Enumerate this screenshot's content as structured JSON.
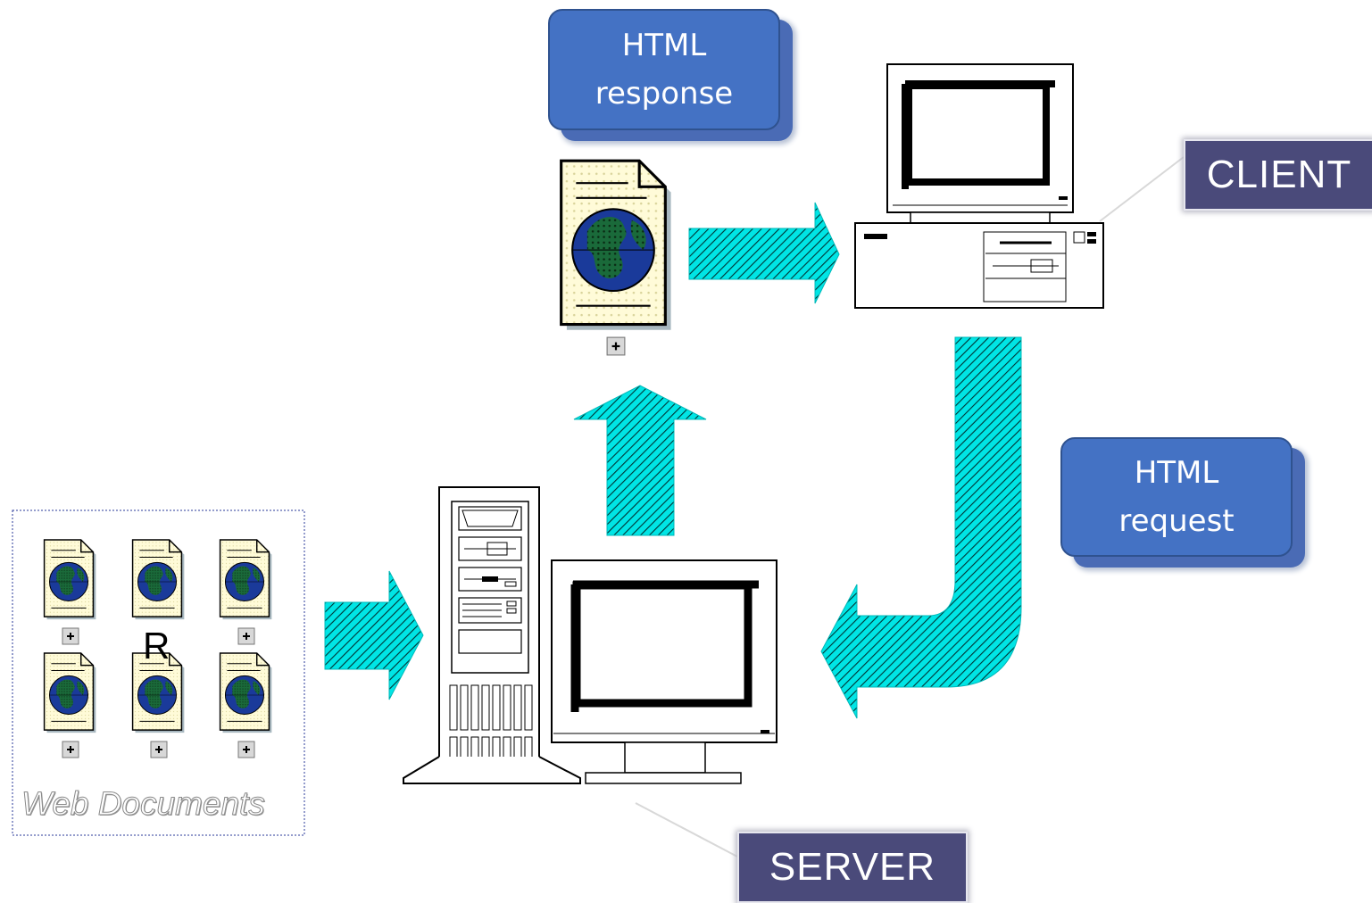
{
  "labels": {
    "html_response": [
      "HTML",
      "response"
    ],
    "html_request": [
      "HTML",
      "request"
    ],
    "client": "CLIENT",
    "server": "SERVER",
    "web_documents": "Web Documents",
    "r_marker": "R",
    "expand_marker": "+"
  },
  "colors": {
    "bubble": "#4472c4",
    "tag": "#4a4a7a",
    "arrow_fill": "#00e5e5",
    "arrow_hatch": "#003333",
    "globe_ocean": "#1a3a9a",
    "globe_land": "#1a6a3a",
    "doc_fill": "#fffbd8"
  },
  "icons": [
    "globe-document-icon",
    "client-computer-icon",
    "server-computer-icon",
    "hatched-arrow"
  ]
}
